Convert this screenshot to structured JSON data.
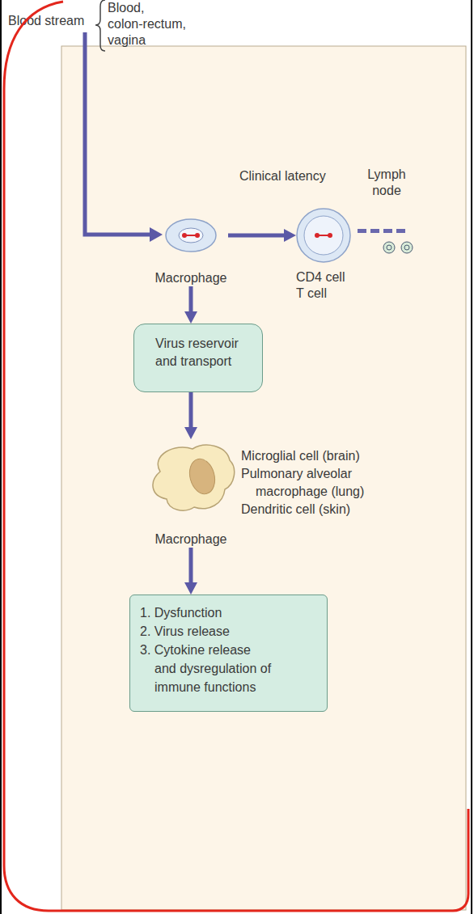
{
  "diagram": {
    "nodes": [
      {
        "text": [
          "Macrophage"
        ]
      },
      {
        "text": [
          "CD4 cell T cell"
        ]
      },
      {
        "text": [
          "Virus reservoir and transport"
        ]
      },
      {
        "text": [
          "Macrophage"
        ]
      },
      {
        "text": [
          "1. Dysfunction",
          "2. Virus release",
          "3. Cytokine release and dysregulation of immune functions"
        ]
      }
    ],
    "edges": [
      {
        "from": 0,
        "to": 1,
        "arrow": "to"
      },
      {
        "from": 0,
        "to": 2,
        "arrow": "to"
      },
      {
        "from": 2,
        "to": 3,
        "arrow": "to"
      },
      {
        "from": 3,
        "to": 4,
        "arrow": "to"
      }
    ],
    "labels": [
      "Blood stream",
      "Blood,",
      "colon-rectum,",
      "vagina",
      "Clinical latency",
      "Lymph node",
      "Microglial cell (brain)",
      "Pulmonary alveolar macrophage (lung)",
      "Dendritic cell (skin)"
    ]
  }
}
